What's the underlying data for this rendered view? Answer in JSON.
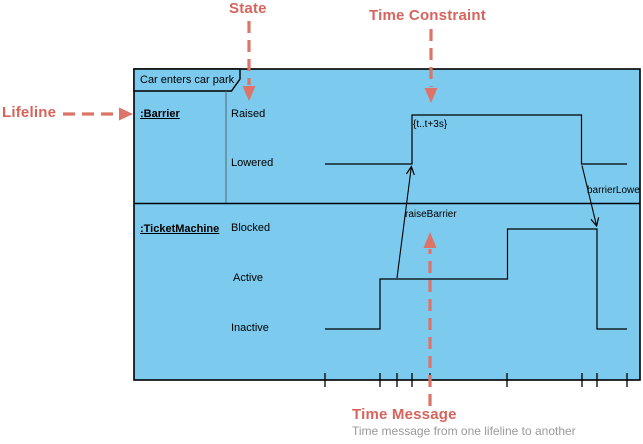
{
  "annotations": {
    "state": {
      "label": "State"
    },
    "time_constraint": {
      "label": "Time Constraint"
    },
    "lifeline": {
      "label": "Lifeline"
    },
    "time_message": {
      "label": "Time Message",
      "description": "Time message from one lifeline to another"
    }
  },
  "diagram": {
    "type": "uml-timing-diagram",
    "frame_label": "Car enters car park",
    "lifelines": [
      {
        "name": ":Barrier",
        "states": [
          "Raised",
          "Lowered"
        ]
      },
      {
        "name": ":TicketMachine",
        "states": [
          "Blocked",
          "Active",
          "Inactive"
        ]
      }
    ],
    "time_constraint_label": "{t..t+3s}",
    "messages": [
      {
        "label": "raiseBarrier",
        "from": ":TicketMachine",
        "to": ":Barrier"
      },
      {
        "label": "barrierLowered",
        "from": ":Barrier",
        "to": ":TicketMachine"
      }
    ],
    "colors": {
      "frame_fill": "#7ccaee",
      "line_black": "#000000",
      "annotation_text_red": "#d6635c",
      "annotation_arrow_red": "#dd7468",
      "description_gray": "#999999"
    }
  }
}
